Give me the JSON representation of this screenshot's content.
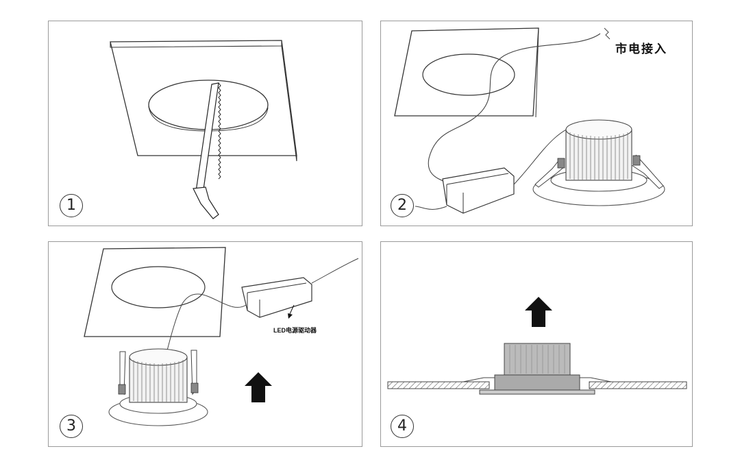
{
  "steps": [
    {
      "number": "1"
    },
    {
      "number": "2",
      "label": "市电接入"
    },
    {
      "number": "3",
      "label": "LED电源驱动器"
    },
    {
      "number": "4"
    }
  ],
  "icons": [
    "saw-icon",
    "up-arrow-icon"
  ]
}
